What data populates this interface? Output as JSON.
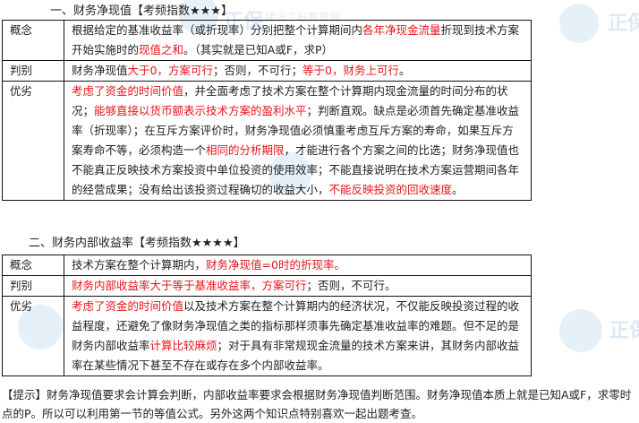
{
  "watermark": {
    "brand": "正保",
    "sub_cn": "建设工程教育网",
    "sub_url": "www.jianshe99.com"
  },
  "section1": {
    "title": "一、财务净现值【考频指数★★★】",
    "rows": [
      {
        "label": "概念",
        "segments": [
          {
            "text": "根据给定的基准收益率（或折现率）分别把整个计算期间内",
            "red": false
          },
          {
            "text": "各年净现金流量",
            "red": true
          },
          {
            "text": "折现到技术方案开始实施时的",
            "red": false
          },
          {
            "text": "现值之和",
            "red": true
          },
          {
            "text": "。（其实就是已知A或F，求P）",
            "red": false
          }
        ]
      },
      {
        "label": "判别",
        "segments": [
          {
            "text": "财务净现值",
            "red": false
          },
          {
            "text": "大于0，方案可行",
            "red": true
          },
          {
            "text": "；否则，不可行；",
            "red": false
          },
          {
            "text": "等于0，财务上可行",
            "red": true
          },
          {
            "text": "。",
            "red": false
          }
        ]
      },
      {
        "label": "优劣",
        "segments": [
          {
            "text": "考虑了资金的时间价值",
            "red": true
          },
          {
            "text": "，并全面考虑了技术方案在整个计算期内现金流量的时间分布的状况；",
            "red": false
          },
          {
            "text": "能够直接以货币额表示技术方案的盈利水平",
            "red": true
          },
          {
            "text": "；判断直观。缺点是必须首先确定基准收益率（折现率）；在互斥方案评价时，财务净现值必须慎重考虑互斥方案的寿命，如果互斥方案寿命不等，必须构造一个",
            "red": false
          },
          {
            "text": "相同的分析期限",
            "red": true
          },
          {
            "text": "，才能进行各个方案之间的比选；财务净现值也不能真正反映技术方案投资中单位投资的使用效率；不能直接说明在技术方案运营期间各年的经营成果；没有给出该投资过程确切的收益大小，",
            "red": false
          },
          {
            "text": "不能反映投资的回收速度",
            "red": true
          },
          {
            "text": "。",
            "red": false
          }
        ]
      }
    ]
  },
  "section2": {
    "title": "二、财务内部收益率【考频指数★★★★】",
    "rows": [
      {
        "label": "概念",
        "segments": [
          {
            "text": "技术方案在整个计算期内，",
            "red": false
          },
          {
            "text": "财务净现值=0时的折现率。",
            "red": true
          }
        ]
      },
      {
        "label": "判别",
        "segments": [
          {
            "text": "财务内部收益率大于等于基准收益率，方案可行",
            "red": true
          },
          {
            "text": "；否则，不可行。",
            "red": false
          }
        ]
      },
      {
        "label": "优劣",
        "segments": [
          {
            "text": "考虑了资金的时间价值",
            "red": true
          },
          {
            "text": "以及技术方案在整个计算期内的经济状况，不仅能反映投资过程的收益程度，还避免了像财务净现值之类的指标那样须事先确定基准收益率的难题。但不足的是财务内部收益率",
            "red": false
          },
          {
            "text": "计算比较麻烦",
            "red": true
          },
          {
            "text": "；对于具有非常规现金流量的技术方案来讲，其财务内部收益率在某些情况下甚至不存在或存在多个内部收益率。",
            "red": false
          }
        ]
      }
    ]
  },
  "tip": "【提示】财务净现值要求会计算会判断，内部收益率要求会根据财务净现值判断范围。财务净现值本质上就是已知A或F，求零时点的P。所以可以利用第一节的等值公式。另外这两个知识点特别喜欢一起出题考查。"
}
